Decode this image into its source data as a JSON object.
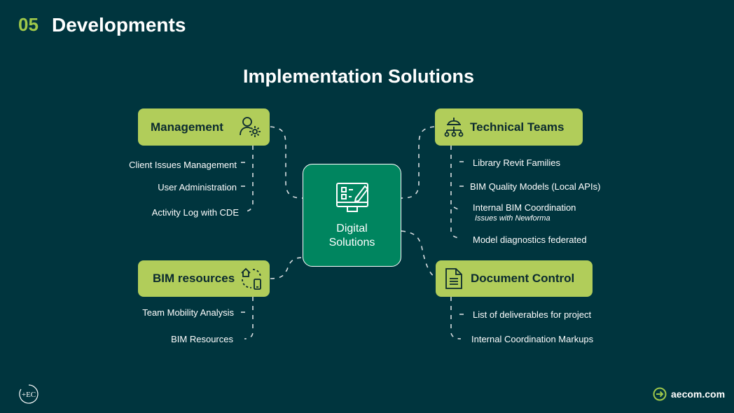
{
  "header": {
    "number": "05",
    "title": "Developments"
  },
  "main_title": "Implementation Solutions",
  "center": {
    "line1": "Digital",
    "line2": "Solutions",
    "icon": "monitor-checklist-icon"
  },
  "management": {
    "label": "Management",
    "icon": "user-gear-icon",
    "items": [
      "Client Issues Management",
      "User Administration",
      "Activity Log with CDE"
    ]
  },
  "bim_resources": {
    "label": "BIM resources",
    "icon": "home-mobile-sync-icon",
    "items": [
      "Team Mobility Analysis",
      "BIM Resources"
    ]
  },
  "technical_teams": {
    "label": "Technical Teams",
    "icon": "team-hardhat-icon",
    "items": [
      "Library Revit Families",
      "BIM Quality Models (Local APIs)",
      "Internal BIM Coordination",
      "Model diagnostics federated"
    ],
    "sub_note": "Issues with Newforma"
  },
  "document_control": {
    "label": "Document Control",
    "icon": "document-icon",
    "items": [
      "List of deliverables for project",
      "Internal Coordination Markups"
    ]
  },
  "footer": {
    "left_logo": "+EC",
    "brand": "aecom.com",
    "brand_icon": "aecom-arrow-icon"
  },
  "colors": {
    "background": "#00353e",
    "accent_green": "#b1cd5a",
    "center_green": "#00855f",
    "number_green": "#9fc84a"
  }
}
